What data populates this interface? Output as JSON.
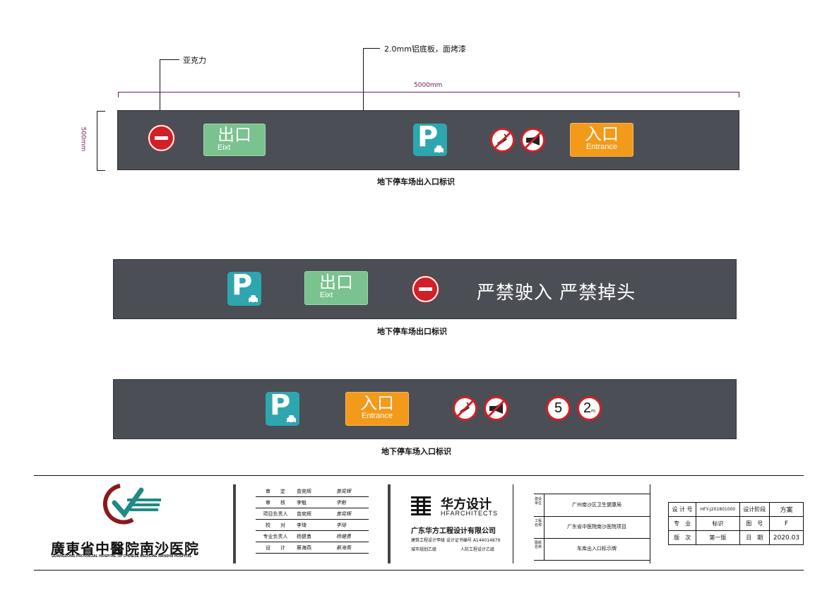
{
  "annotations": {
    "acrylic": "亚克力",
    "aluminum": "2.0mm铝底板，面烤漆",
    "width_dim": "5000mm",
    "height_dim": "500mm"
  },
  "signs": [
    {
      "exit_cn": "出口",
      "exit_en": "Eixt",
      "entrance_cn": "入口",
      "entrance_en": "Entrance",
      "parking": "P",
      "caption": "地下停车场出入口标识"
    },
    {
      "parking": "P",
      "exit_cn": "出口",
      "exit_en": "Eixt",
      "prohibit_text": "严禁驶入 严禁掉头",
      "caption": "地下停车场出口标识"
    },
    {
      "parking": "P",
      "entrance_cn": "入口",
      "entrance_en": "Entrance",
      "speed_limit": "5",
      "height_limit": "2",
      "height_unit": "m",
      "caption": "地下停车场入口标识"
    }
  ],
  "titleblock": {
    "hospital_cn": "廣東省中醫院南沙医院",
    "hospital_en": "GUANGDONG PROVINCIAL HOSPITAL OF CHINESE MEDICINE NANSHA HOSPITAL",
    "staff": [
      {
        "role": "审　　定",
        "name": "曾奕辉",
        "sig": "曾奕辉"
      },
      {
        "role": "审　　核",
        "name": "李魁",
        "sig": "李魁"
      },
      {
        "role": "项目负责人",
        "name": "曾奕辉",
        "sig": "曾奕辉"
      },
      {
        "role": "校　　对",
        "name": "李琦",
        "sig": "李琦"
      },
      {
        "role": "专业负责人",
        "name": "杨健勇",
        "sig": "杨健勇"
      },
      {
        "role": "设　　计",
        "name": "蔡海燕",
        "sig": "蔡海燕"
      }
    ],
    "firm_logo_cn": "华方设计",
    "firm_logo_en": "HFARCHITECTS",
    "firm_name": "广东华方工程设计有限公司",
    "firm_line1": "建筑工程设计甲级 设计证书编号 A144014879",
    "firm_line2_a": "城市规划乙级",
    "firm_line2_b": "人防工程设计乙级",
    "project": [
      {
        "label": "建设单位",
        "value": "广州南沙区卫生健康局"
      },
      {
        "label": "工程名称",
        "value": "广东省中医院南沙医院项目"
      },
      {
        "label": "图纸名称",
        "value": "车库出入口标示牌"
      }
    ],
    "info": [
      [
        "设 计 号",
        "HFY-J201801000",
        "设计阶段",
        "方案"
      ],
      [
        "专　业",
        "标识",
        "图　号",
        "F"
      ],
      [
        "版　次",
        "第一版",
        "日　期",
        "2020.03"
      ]
    ]
  },
  "colors": {
    "sign_bg": "#4b4e55",
    "exit_green": "#7ac28e",
    "entrance_orange": "#f39a1b",
    "parking_teal": "#2ea6b0",
    "prohibit_red": "#d31f26",
    "logo_red": "#8b1a1a",
    "logo_teal": "#1f8a86"
  }
}
